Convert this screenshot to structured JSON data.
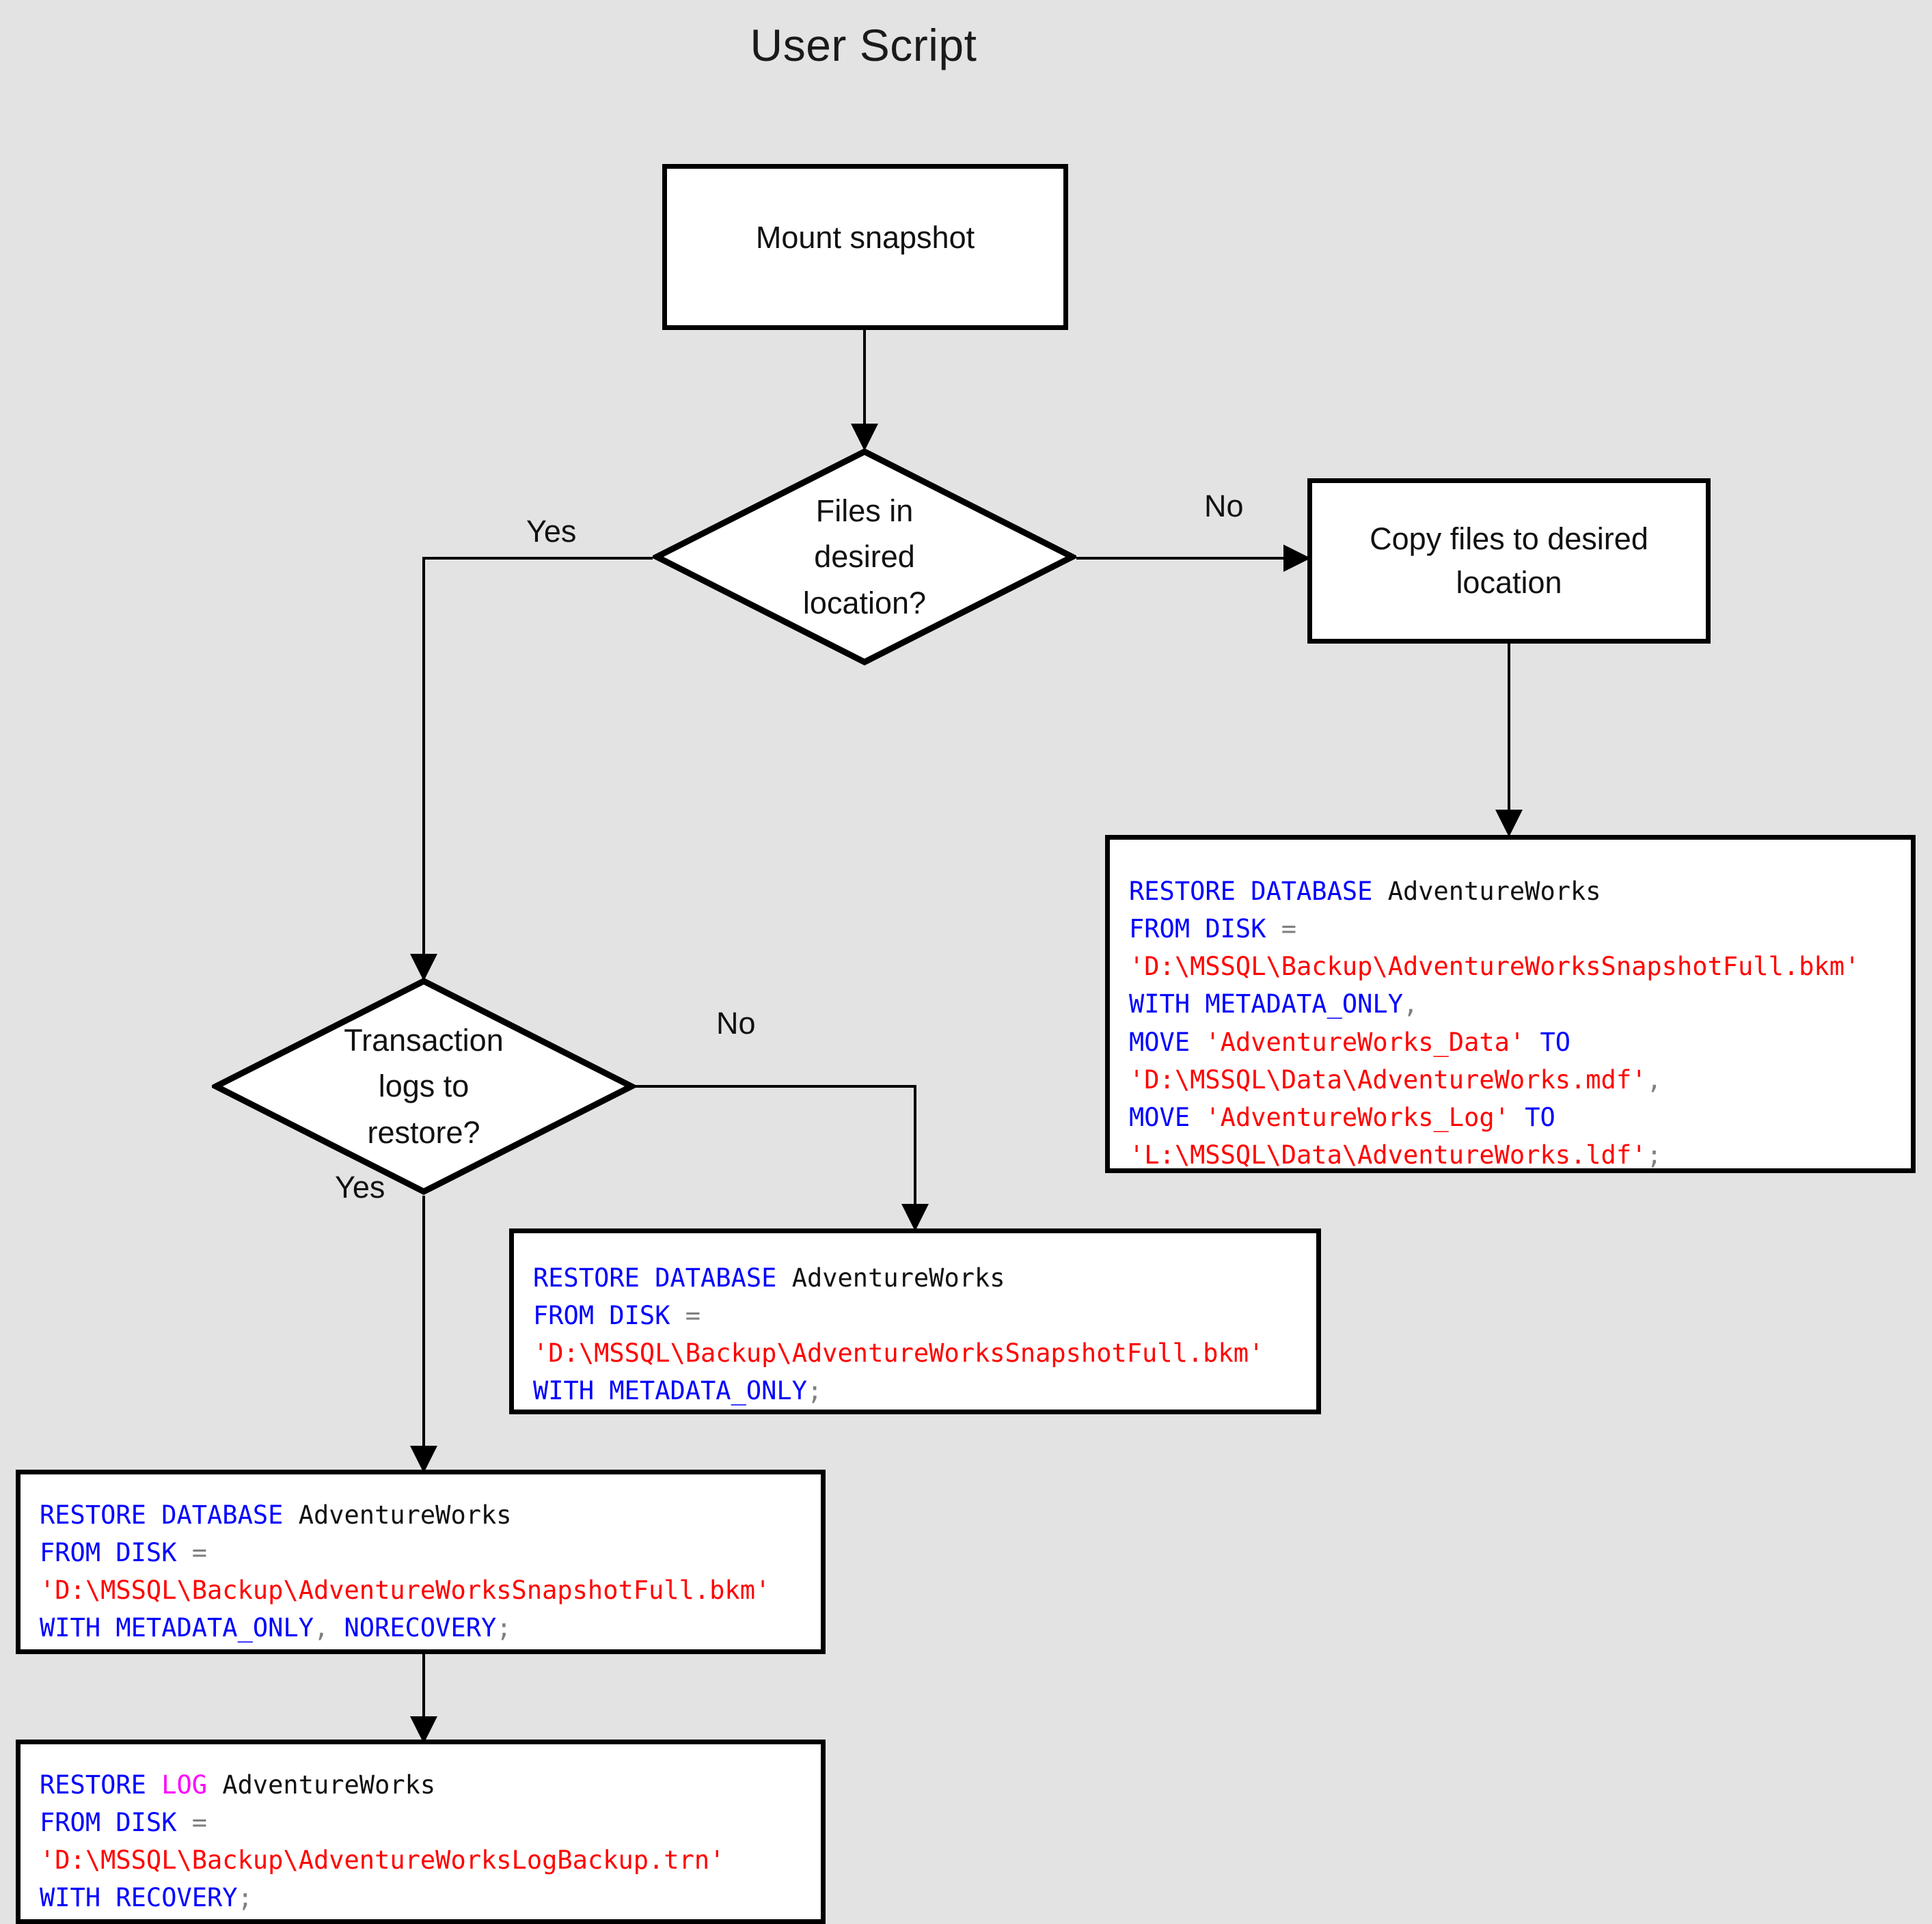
{
  "page": {
    "title": "User Script",
    "background_color": "#e3e3e3",
    "shape_fill": "#ffffff",
    "shape_stroke": "#000000"
  },
  "palette": {
    "keyword": "#0000ff",
    "string": "#ff0000",
    "punctuation": "#808080",
    "identifier": "#111111",
    "log_keyword": "#ff00ff"
  },
  "nodes": {
    "mount_snapshot": {
      "type": "process",
      "label": "Mount snapshot"
    },
    "files_in_desired_location": {
      "type": "decision",
      "label": "Files in\ndesired\nlocation?"
    },
    "copy_files": {
      "type": "process",
      "label": "Copy files to desired\nlocation"
    },
    "transaction_logs": {
      "type": "decision",
      "label": "Transaction\nlogs to\nrestore?"
    }
  },
  "edge_labels": {
    "files_yes": "Yes",
    "files_no": "No",
    "logs_no": "No",
    "logs_yes": "Yes"
  },
  "code_blocks": {
    "restore_with_move": {
      "name": "restore-database-with-move",
      "lines": [
        [
          {
            "t": "RESTORE DATABASE ",
            "c": "kw"
          },
          {
            "t": "AdventureWorks",
            "c": "id"
          }
        ],
        [
          {
            "t": "FROM DISK ",
            "c": "kw"
          },
          {
            "t": "=",
            "c": "pun"
          }
        ],
        [
          {
            "t": "'D:\\MSSQL\\Backup\\AdventureWorksSnapshotFull.bkm'",
            "c": "str"
          }
        ],
        [
          {
            "t": "WITH METADATA_ONLY",
            "c": "kw"
          },
          {
            "t": ",",
            "c": "pun"
          }
        ],
        [
          {
            "t": "MOVE ",
            "c": "kw"
          },
          {
            "t": "'AdventureWorks_Data'",
            "c": "str"
          },
          {
            "t": " TO",
            "c": "kw"
          }
        ],
        [
          {
            "t": "'D:\\MSSQL\\Data\\AdventureWorks.mdf'",
            "c": "str"
          },
          {
            "t": ",",
            "c": "pun"
          }
        ],
        [
          {
            "t": "MOVE ",
            "c": "kw"
          },
          {
            "t": "'AdventureWorks_Log'",
            "c": "str"
          },
          {
            "t": " TO",
            "c": "kw"
          }
        ],
        [
          {
            "t": "'L:\\MSSQL\\Data\\AdventureWorks.ldf'",
            "c": "str"
          },
          {
            "t": ";",
            "c": "pun"
          }
        ]
      ]
    },
    "restore_metadata_only": {
      "name": "restore-database-metadata-only",
      "lines": [
        [
          {
            "t": "RESTORE DATABASE ",
            "c": "kw"
          },
          {
            "t": "AdventureWorks",
            "c": "id"
          }
        ],
        [
          {
            "t": "FROM DISK ",
            "c": "kw"
          },
          {
            "t": "=",
            "c": "pun"
          }
        ],
        [
          {
            "t": "'D:\\MSSQL\\Backup\\AdventureWorksSnapshotFull.bkm'",
            "c": "str"
          }
        ],
        [
          {
            "t": "WITH METADATA_ONLY",
            "c": "kw"
          },
          {
            "t": ";",
            "c": "pun"
          }
        ]
      ]
    },
    "restore_norecovery": {
      "name": "restore-database-norecovery",
      "lines": [
        [
          {
            "t": "RESTORE DATABASE ",
            "c": "kw"
          },
          {
            "t": "AdventureWorks",
            "c": "id"
          }
        ],
        [
          {
            "t": "FROM DISK ",
            "c": "kw"
          },
          {
            "t": "=",
            "c": "pun"
          }
        ],
        [
          {
            "t": "'D:\\MSSQL\\Backup\\AdventureWorksSnapshotFull.bkm'",
            "c": "str"
          }
        ],
        [
          {
            "t": "WITH METADATA_ONLY",
            "c": "kw"
          },
          {
            "t": ",",
            "c": "pun"
          },
          {
            "t": " NORECOVERY",
            "c": "kw"
          },
          {
            "t": ";",
            "c": "pun"
          }
        ]
      ]
    },
    "restore_log": {
      "name": "restore-log-with-recovery",
      "lines": [
        [
          {
            "t": "RESTORE ",
            "c": "kw"
          },
          {
            "t": "LOG",
            "c": "log"
          },
          {
            "t": " ",
            "c": "kw"
          },
          {
            "t": "AdventureWorks",
            "c": "id"
          }
        ],
        [
          {
            "t": "FROM DISK ",
            "c": "kw"
          },
          {
            "t": "=",
            "c": "pun"
          }
        ],
        [
          {
            "t": "'D:\\MSSQL\\Backup\\AdventureWorksLogBackup.trn'",
            "c": "str"
          }
        ],
        [
          {
            "t": "WITH RECOVERY",
            "c": "kw"
          },
          {
            "t": ";",
            "c": "pun"
          }
        ]
      ]
    }
  }
}
